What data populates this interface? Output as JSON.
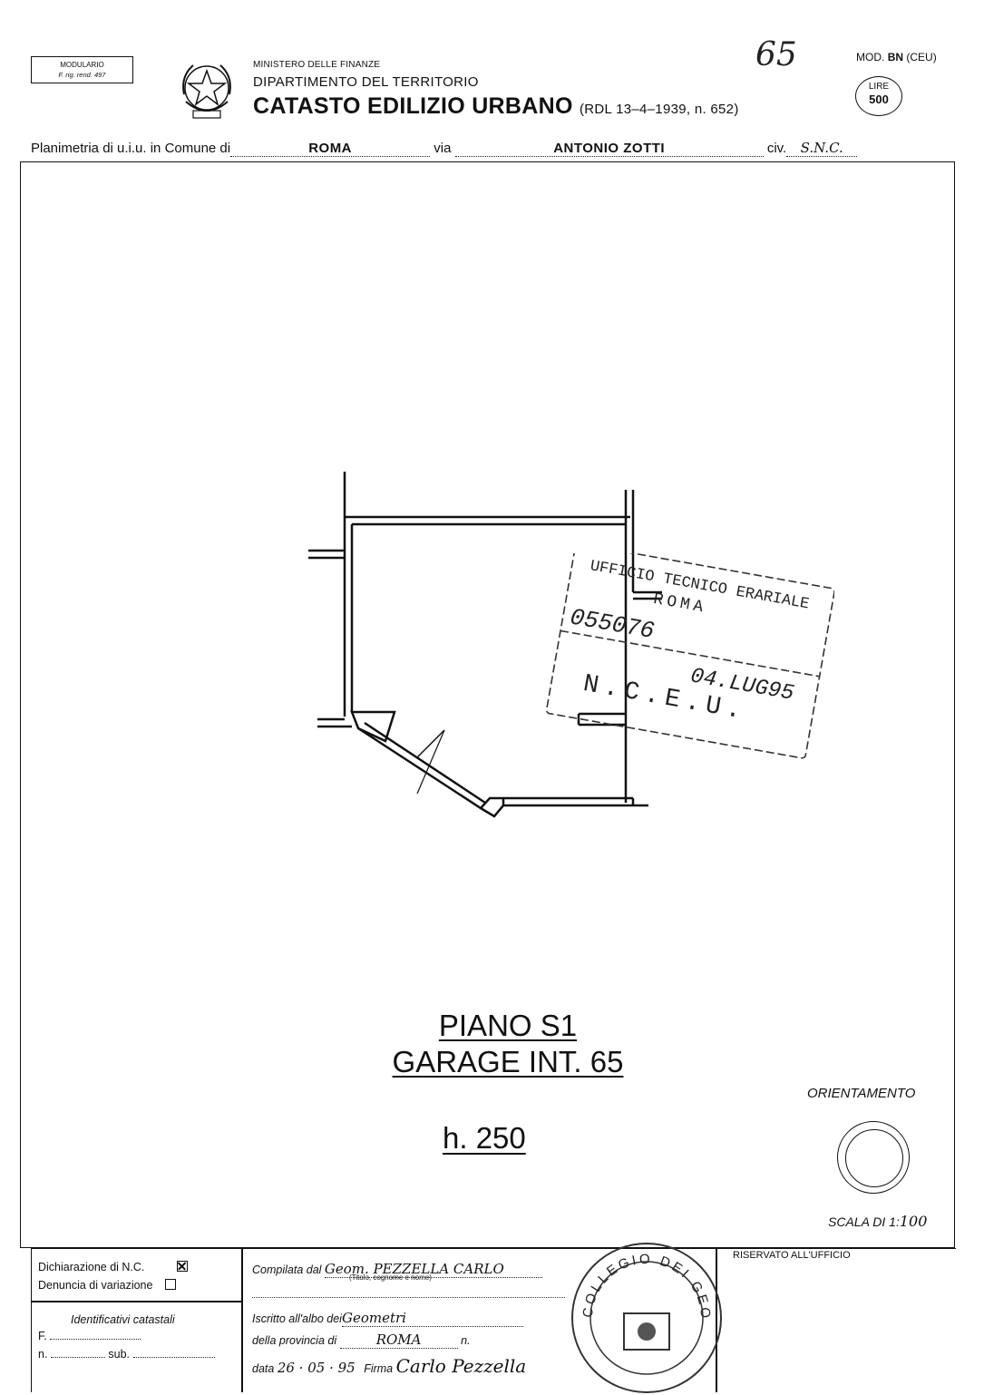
{
  "header": {
    "modulario_line1": "MODULARIO",
    "modulario_line2": "F. rig. rend. 497",
    "ministero": "MINISTERO DELLE FINANZE",
    "dipartimento": "DIPARTIMENTO DEL TERRITORIO",
    "catasto": "CATASTO EDILIZIO URBANO",
    "rdl": "(RDL 13–4–1939, n. 652)",
    "handwritten_number": "65",
    "mod_prefix": "MOD.",
    "mod_bold": "BN",
    "mod_suffix": "(CEU)",
    "lire_label": "LIRE",
    "lire_value": "500",
    "emblem_icon": "republic-emblem-icon"
  },
  "planimetria": {
    "label": "Planimetria di u.i.u. in Comune di",
    "comune": "ROMA",
    "via_label": "via",
    "via": "ANTONIO ZOTTI",
    "civ_label": "civ.",
    "civ": "S.N.C."
  },
  "stamp": {
    "line1": "UFFICIO TECNICO ERARIALE",
    "line2": "ROMA",
    "number": "055076",
    "date": "04.LUG95",
    "code": "N.C.E.U."
  },
  "drawing": {
    "piano": "PIANO S1",
    "garage": "GARAGE  INT. 65",
    "height": "h. 250",
    "orientamento": "ORIENTAMENTO",
    "scala_label": "SCALA DI 1:",
    "scala_value": "100",
    "compass_icon": "orientation-compass-icon"
  },
  "footer": {
    "dichiarazione": "Dichiarazione di N.C.",
    "dichiarazione_checked": true,
    "denuncia": "Denuncia di  variazione",
    "identificativi": "Identificativi catastali",
    "f_label": "F.",
    "n_label": "n.",
    "sub_label": "sub.",
    "compilata_label": "Compilata dal",
    "compilata_value": "Geom. PEZZELLA  CARLO",
    "titolo_hint": "(Titolo, cognome e nome)",
    "iscritto_label": "Iscritto all'albo dei",
    "iscritto_value": "Geometri",
    "provincia_label": "della provincia di",
    "provincia_value": "ROMA",
    "n_label2": "n.",
    "data_label": "data",
    "data_value": "26 · 05 · 95",
    "firma_label": "Firma",
    "firma_value": "Carlo Pezzella",
    "riservato": "RISERVATO ALL'UFFICIO",
    "seal_text": "COLLEGIO DEI GEOMETRI"
  }
}
